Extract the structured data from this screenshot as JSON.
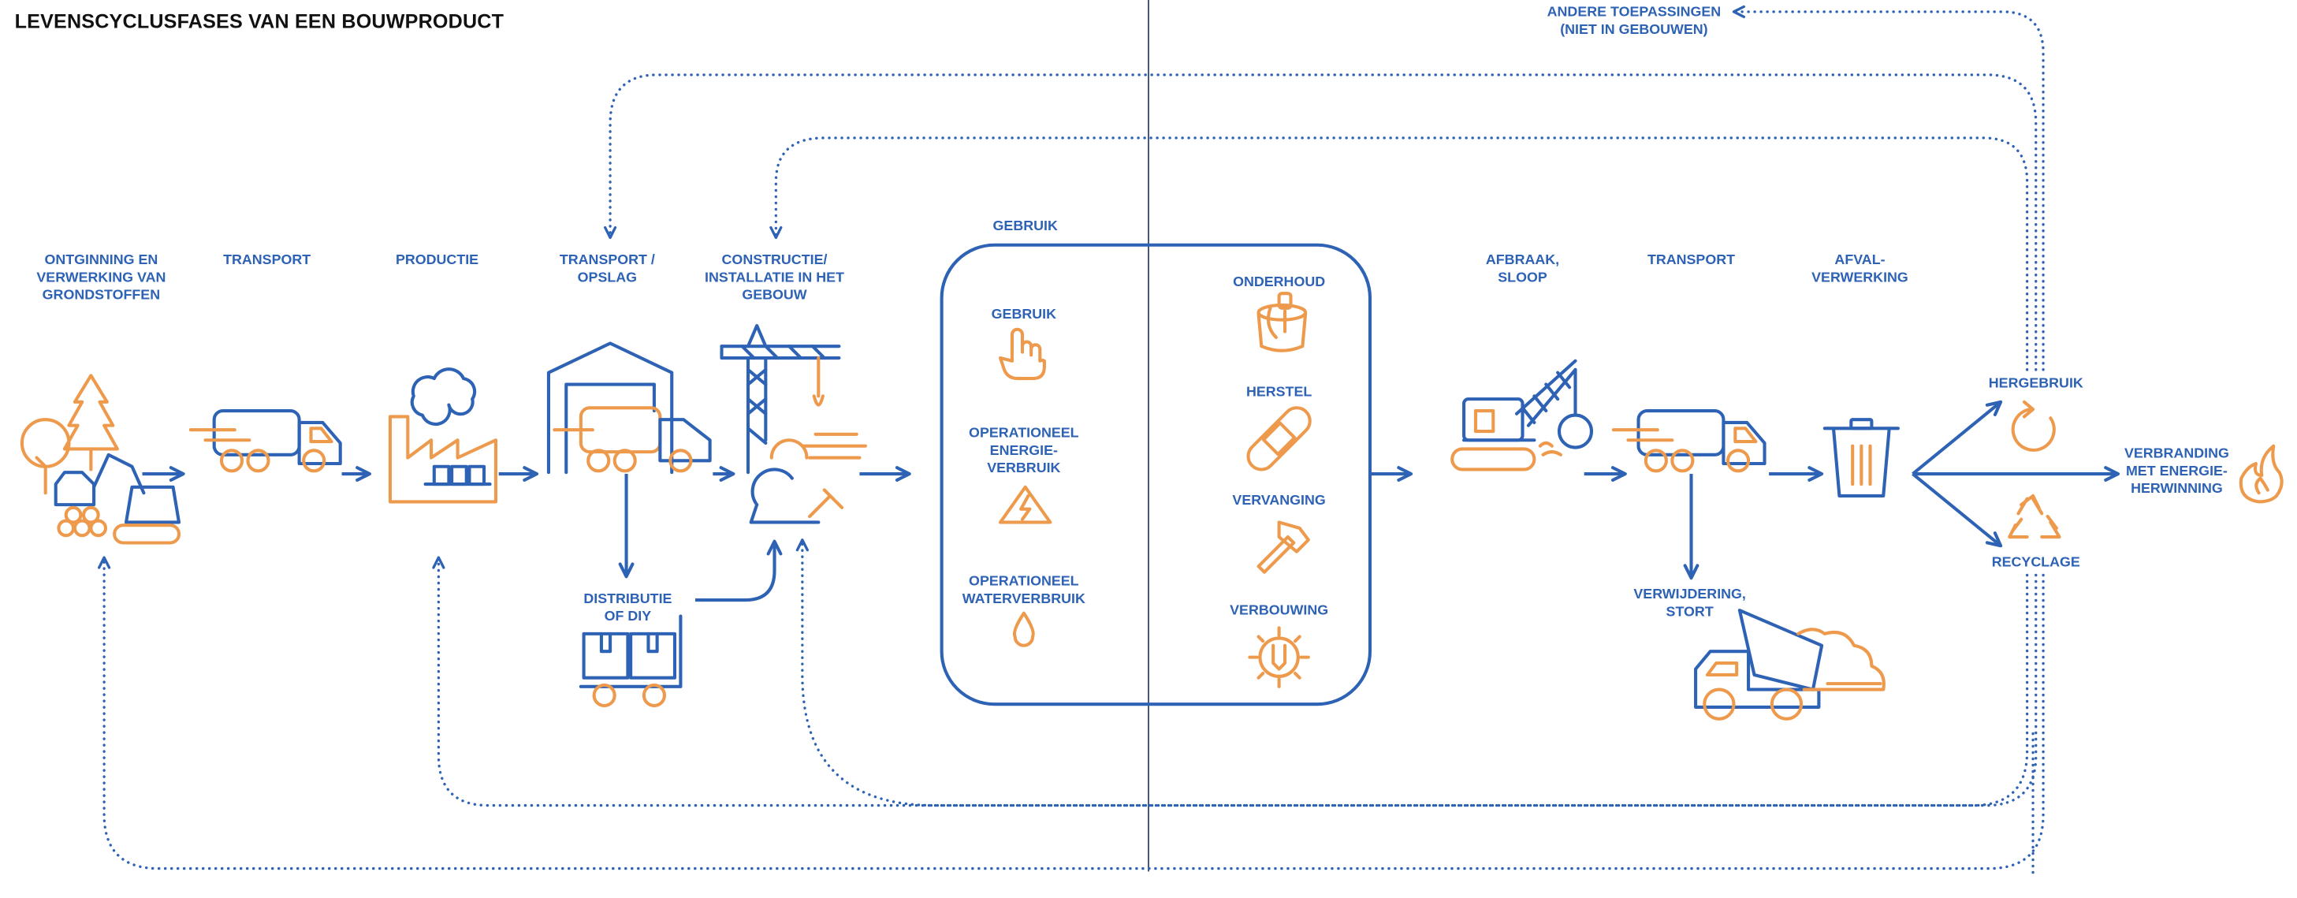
{
  "title": "LEVENSCYCLUSFASES VAN EEN BOUWPRODUCT",
  "colors": {
    "primary": "#2e62b4",
    "accent": "#ee9a4d",
    "title": "#111111"
  },
  "stages": {
    "raw": [
      "ONTGINNING EN",
      "VERWERKING VAN",
      "GRONDSTOFFEN"
    ],
    "transport1": [
      "TRANSPORT"
    ],
    "production": [
      "PRODUCTIE"
    ],
    "storage": [
      "TRANSPORT /",
      "OPSLAG"
    ],
    "construction": [
      "CONSTRUCTIE/",
      "INSTALLATIE IN HET",
      "GEBOUW"
    ],
    "distribution": [
      "DISTRIBUTIE",
      "OF DIY"
    ],
    "use_header": [
      "GEBRUIK"
    ],
    "demolition": [
      "AFBRAAK,",
      "SLOOP"
    ],
    "transport2": [
      "TRANSPORT"
    ],
    "waste": [
      "AFVAL-",
      "VERWERKING"
    ],
    "landfill": [
      "VERWIJDERING,",
      "STORT"
    ],
    "reuse": [
      "HERGEBRUIK"
    ],
    "recycling": [
      "RECYCLAGE"
    ],
    "incineration": [
      "VERBRANDING",
      "MET ENERGIE-",
      "HERWINNING"
    ],
    "other_uses": [
      "ANDERE TOEPASSINGEN",
      "(NIET IN GEBOUWEN)"
    ]
  },
  "use_phase": {
    "use": [
      "GEBRUIK"
    ],
    "energy": [
      "OPERATIONEEL",
      "ENERGIE-",
      "VERBRUIK"
    ],
    "water": [
      "OPERATIONEEL",
      "WATERVERBRUIK"
    ],
    "maintenance": [
      "ONDERHOUD"
    ],
    "repair": [
      "HERSTEL"
    ],
    "replacement": [
      "VERVANGING"
    ],
    "refurbishment": [
      "VERBOUWING"
    ]
  },
  "icons": {
    "raw": "trees-excavator-icon",
    "transport": "truck-icon",
    "production": "factory-icon",
    "storage": "warehouse-truck-icon",
    "construction": "crane-worker-icon",
    "distribution": "cart-boxes-icon",
    "use": "hand-pointer-icon",
    "energy": "high-voltage-icon",
    "water": "water-drop-icon",
    "maintenance": "paint-bucket-icon",
    "repair": "bandage-icon",
    "replacement": "hammer-icon",
    "refurbishment": "gear-wrench-icon",
    "demolition": "wrecking-crane-icon",
    "waste": "trash-bin-icon",
    "landfill": "dump-truck-icon",
    "reuse": "circular-arrows-icon",
    "recycling": "recycle-icon",
    "incineration": "flame-icon"
  }
}
